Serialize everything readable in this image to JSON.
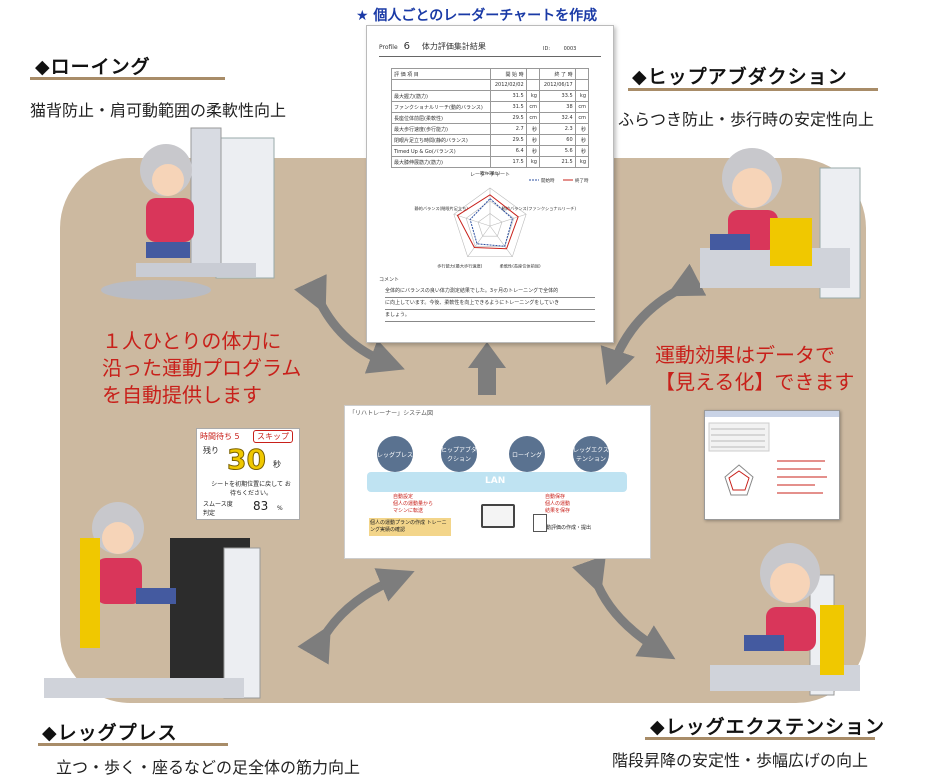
{
  "header": {
    "title": "★ 個人ごとのレーダーチャートを作成"
  },
  "sections": {
    "rowing": {
      "title": "◆ローイング",
      "desc": "猫背防止・肩可動範囲の柔軟性向上"
    },
    "hip": {
      "title": "◆ヒップアブダクション",
      "desc": "ふらつき防止・歩行時の安定性向上"
    },
    "leg_press": {
      "title": "◆レッグプレス",
      "desc": "立つ・歩く・座るなどの足全体の筋力向上"
    },
    "leg_ext": {
      "title": "◆レッグエクステンション",
      "desc": "階段昇降の安定性・歩幅広げの向上"
    }
  },
  "callouts": {
    "left": [
      "１人ひとりの体力に",
      "沿った運動プログラム",
      "を自動提供します"
    ],
    "right": [
      "運動効果はデータで",
      "【見える化】できます"
    ]
  },
  "report": {
    "profile_label": "Profile",
    "profile_no": "6",
    "title": "体力評価集計結果",
    "id_label": "ID:",
    "id_value": "0003",
    "header_row": [
      "評 価 項 目",
      "開 始 時",
      "",
      "終 了 時",
      ""
    ],
    "date_row": [
      "",
      "2012/02/02",
      "",
      "2012/06/17",
      ""
    ],
    "rows": [
      [
        "最大握力(筋力)",
        "31.5",
        "kg",
        "33.5",
        "kg"
      ],
      [
        "ファンクショナルリーチ(動的バランス)",
        "31.5",
        "cm",
        "38",
        "cm"
      ],
      [
        "長座位体前屈(柔軟性)",
        "29.5",
        "cm",
        "32.4",
        "cm"
      ],
      [
        "最大歩行速度(歩行能力)",
        "2.7",
        "秒",
        "2.3",
        "秒"
      ],
      [
        "閉眼片足立ち時間(静的バランス)",
        "29.5",
        "秒",
        "60",
        "秒"
      ],
      [
        "Timed Up & Go(バランス)",
        "6.4",
        "秒",
        "5.6",
        "秒"
      ],
      [
        "最大膝伸展筋力(筋力)",
        "17.5",
        "kg",
        "21.5",
        "kg"
      ]
    ],
    "radar_title": "レーダーチャート",
    "legend_start": "開始時",
    "legend_end": "終了時",
    "axis_labels": [
      "筋力(握力)",
      "動的バランス(ファンクショナルリーチ)",
      "柔軟性(長座位体前屈)",
      "歩行能力(最大歩行速度)",
      "静的バランス(閉眼片足立ち)"
    ],
    "radar_start": [
      0.72,
      0.62,
      0.66,
      0.58,
      0.55
    ],
    "radar_end": [
      0.82,
      0.78,
      0.74,
      0.7,
      0.9
    ],
    "comment_label": "コメント",
    "comment": [
      "全体的にバランスの良い体力測定結果でした。3ヶ月のトレーニングで全体的",
      "に向上しています。今後、柔軟性を向上できるようにトレーニングをしていき",
      "ましょう。"
    ]
  },
  "system": {
    "title": "「リハトレーナー」システム図",
    "machines": [
      "レッグプレス",
      "ヒップアブダクション",
      "ローイング",
      "レッグエクステンション"
    ],
    "lan": "LAN",
    "auto_setting": [
      "自動設定",
      "個人の運動量から",
      "マシンに転送"
    ],
    "auto_save": [
      "自動保存",
      "個人の運動",
      "結果を保存"
    ],
    "program": "個人の運動プランの作成 トレーニング実績の確認",
    "evaluation": "運動評価の作成・提出"
  },
  "timer": {
    "wait_label": "時間待ち",
    "wait_value": "5",
    "skip": "スキップ",
    "remain": "残り",
    "seconds": "30",
    "sec_unit": "秒",
    "message": "シートを初期位置に戻して お待ちください。",
    "smooth_label": "スムース度 判定",
    "smooth_value": "83",
    "smooth_unit": "%"
  },
  "colors": {
    "accent_red": "#c8201a",
    "title_blue": "#1a3aa6",
    "panel": "#ccb9a0",
    "arrow": "#7d7d7d"
  }
}
